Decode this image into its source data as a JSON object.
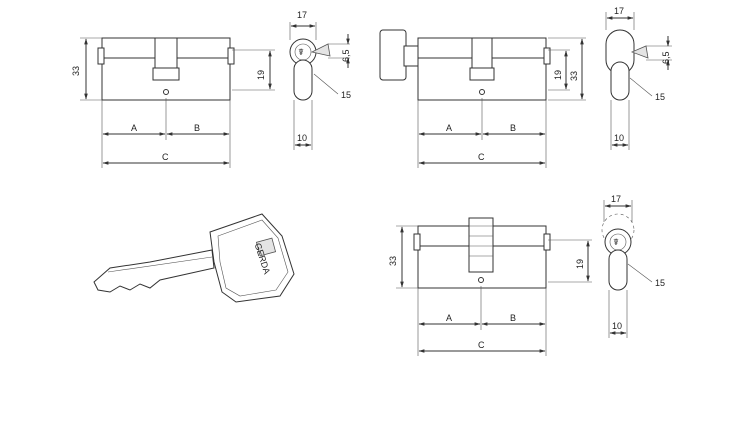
{
  "labels": {
    "d33": "33",
    "d19": "19",
    "d17": "17",
    "d6_5": "6,5",
    "d15": "15",
    "d10": "10",
    "A": "A",
    "B": "B",
    "C": "C",
    "key_brand": "GERDA"
  },
  "icons": [
    "lock-cylinder-drawing",
    "thumb-turn-cylinder-drawing",
    "gear-cam-cylinder-drawing",
    "key-drawing"
  ]
}
